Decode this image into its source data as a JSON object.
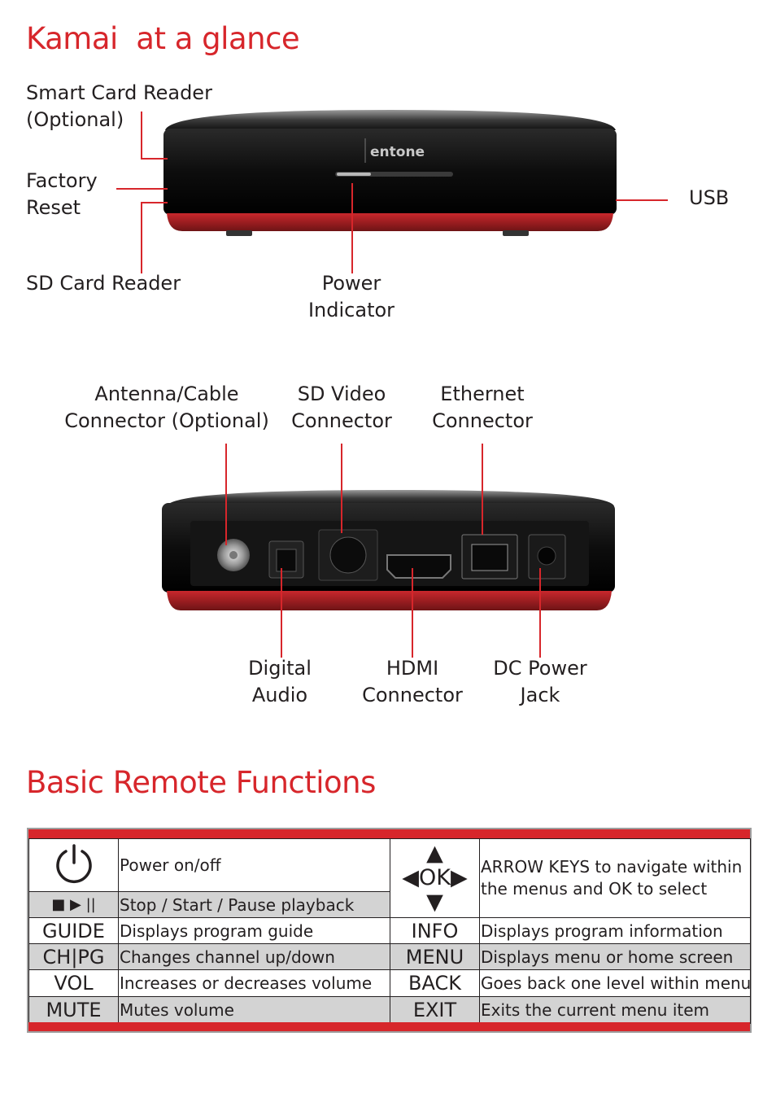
{
  "sections": {
    "glance_title": "Kamai  at a glance",
    "remote_title": "Basic Remote Functions"
  },
  "front_labels": {
    "smart_card": [
      "Smart Card Reader",
      "(Optional)"
    ],
    "factory_reset": [
      "Factory",
      "Reset"
    ],
    "sd_card": [
      "SD Card Reader"
    ],
    "power_indicator": [
      "Power",
      "Indicator"
    ],
    "usb": [
      "USB"
    ]
  },
  "back_labels": {
    "antenna": [
      "Antenna/Cable",
      "Connector (Optional)"
    ],
    "sd_video": [
      "SD Video",
      "Connector"
    ],
    "ethernet": [
      "Ethernet",
      "Connector"
    ],
    "digital_audio": [
      "Digital",
      "Audio"
    ],
    "hdmi": [
      "HDMI",
      "Connector"
    ],
    "dc_power": [
      "DC Power",
      "Jack"
    ]
  },
  "device": {
    "logo": "entone"
  },
  "remote": {
    "rows": [
      {
        "key": "power-icon",
        "desc": "Power on/off"
      },
      {
        "key": "■ ▶ ||",
        "desc": "Stop / Start / Pause playback"
      },
      {
        "key": "GUIDE",
        "desc": "Displays program guide"
      },
      {
        "key": "CH|PG",
        "desc": "Changes channel up/down"
      },
      {
        "key": "VOL",
        "desc": "Increases or decreases volume"
      },
      {
        "key": "MUTE",
        "desc": "Mutes volume"
      }
    ],
    "right_rows": [
      {
        "key": "INFO",
        "desc": "Displays program information"
      },
      {
        "key": "MENU",
        "desc": "Displays menu or home screen"
      },
      {
        "key": "BACK",
        "desc": "Goes back one level within menus"
      },
      {
        "key": "EXIT",
        "desc": "Exits the current menu item"
      }
    ],
    "arrow_keys": {
      "up": "▲",
      "middle": "◀OK▶",
      "down": "▼",
      "desc": "ARROW KEYS to navigate within the menus and OK to select"
    }
  },
  "colors": {
    "accent": "#d7262b",
    "row_grey": "#d3d3d3",
    "device_red": "#a31f23"
  }
}
